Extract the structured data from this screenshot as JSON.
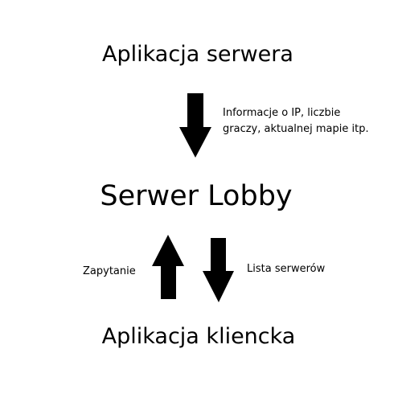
{
  "diagram": {
    "nodes": {
      "server_app": "Aplikacja serwera",
      "lobby_server": "Serwer Lobby",
      "client_app": "Aplikacja kliencka"
    },
    "edges": {
      "server_to_lobby": {
        "line1": "Informacje o IP, liczbie",
        "line2": "graczy, aktualnej mapie itp."
      },
      "client_to_lobby": "Zapytanie",
      "lobby_to_client": "Lista serwerów"
    },
    "colors": {
      "arrow": "#000000",
      "text": "#000000",
      "background": "#ffffff"
    }
  }
}
